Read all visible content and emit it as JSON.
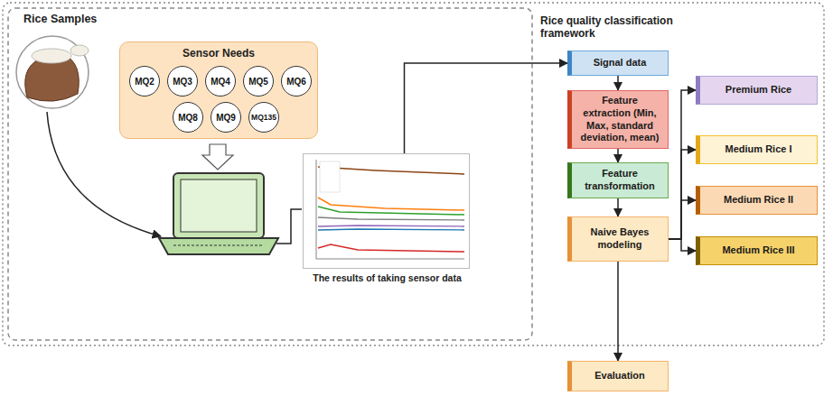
{
  "diagram": {
    "nodes": [
      {
        "text": [
          "Sensor Needs"
        ]
      },
      {
        "text": [
          "MQ2"
        ],
        "in": 0
      },
      {
        "text": [
          "MQ3"
        ],
        "in": 0
      },
      {
        "text": [
          "MQ4"
        ],
        "in": 0
      },
      {
        "text": [
          "MQ5"
        ],
        "in": 0
      },
      {
        "text": [
          "MQ6"
        ],
        "in": 0
      },
      {
        "text": [
          "MQ8"
        ],
        "in": 0
      },
      {
        "text": [
          "MQ9"
        ],
        "in": 0
      },
      {
        "text": [
          "MQ135"
        ],
        "in": 0
      },
      {
        "text": [
          "The results of taking sensor data"
        ]
      },
      {
        "text": [
          "Signal data"
        ]
      },
      {
        "text": [
          "Feature extraction (Min, Max, standard deviation, mean)"
        ]
      },
      {
        "text": [
          "Feature transformation"
        ]
      },
      {
        "text": [
          "Naive Bayes modeling"
        ]
      },
      {
        "text": [
          "Premium Rice"
        ]
      },
      {
        "text": [
          "Medium Rice I"
        ]
      },
      {
        "text": [
          "Medium Rice II"
        ]
      },
      {
        "text": [
          "Medium Rice III"
        ]
      },
      {
        "text": [
          "Evaluation"
        ]
      }
    ],
    "edges": [
      {
        "from": 9,
        "to": 10,
        "arrow": "to"
      },
      {
        "from": 10,
        "to": 11,
        "arrow": "to"
      },
      {
        "from": 11,
        "to": 12,
        "arrow": "to"
      },
      {
        "from": 12,
        "to": 13,
        "arrow": "to"
      },
      {
        "from": 13,
        "to": 14,
        "arrow": "to"
      },
      {
        "from": 13,
        "to": 15,
        "arrow": "to"
      },
      {
        "from": 13,
        "to": 16,
        "arrow": "to"
      },
      {
        "from": 13,
        "to": 17,
        "arrow": "to"
      },
      {
        "from": 13,
        "to": 18,
        "arrow": "to"
      }
    ],
    "labels": [
      "Rice Samples",
      "Rice quality classification framework"
    ]
  }
}
